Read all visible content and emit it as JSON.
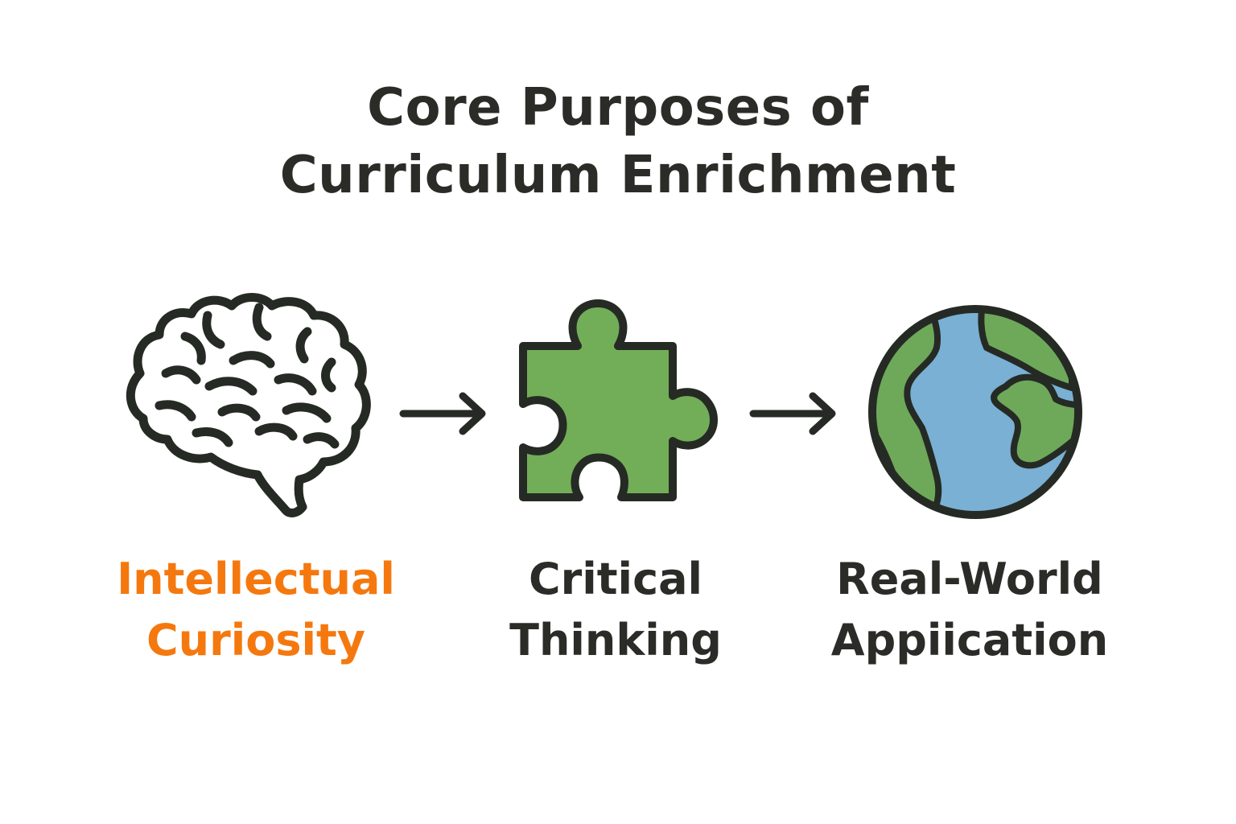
{
  "title": {
    "line1": "Core Purposes of",
    "line2": "Curriculum Enrichment"
  },
  "steps": [
    {
      "icon": "brain-icon",
      "line1": "Intellectual",
      "line2": "Curiosity",
      "color": "#f5780f"
    },
    {
      "icon": "puzzle-piece-icon",
      "line1": "Critical",
      "line2": "Thinking",
      "color": "#2b2b28"
    },
    {
      "icon": "globe-icon",
      "line1": "Real-World",
      "line2": "Appiication",
      "color": "#2b2b28"
    }
  ],
  "connectors": [
    "arrow-right-icon",
    "arrow-right-icon"
  ],
  "colors": {
    "text": "#2b2b28",
    "accent_orange": "#f5780f",
    "puzzle_green": "#72ae58",
    "ocean_blue": "#79b0d4",
    "land_green": "#6ea95a",
    "outline": "#262a24"
  }
}
